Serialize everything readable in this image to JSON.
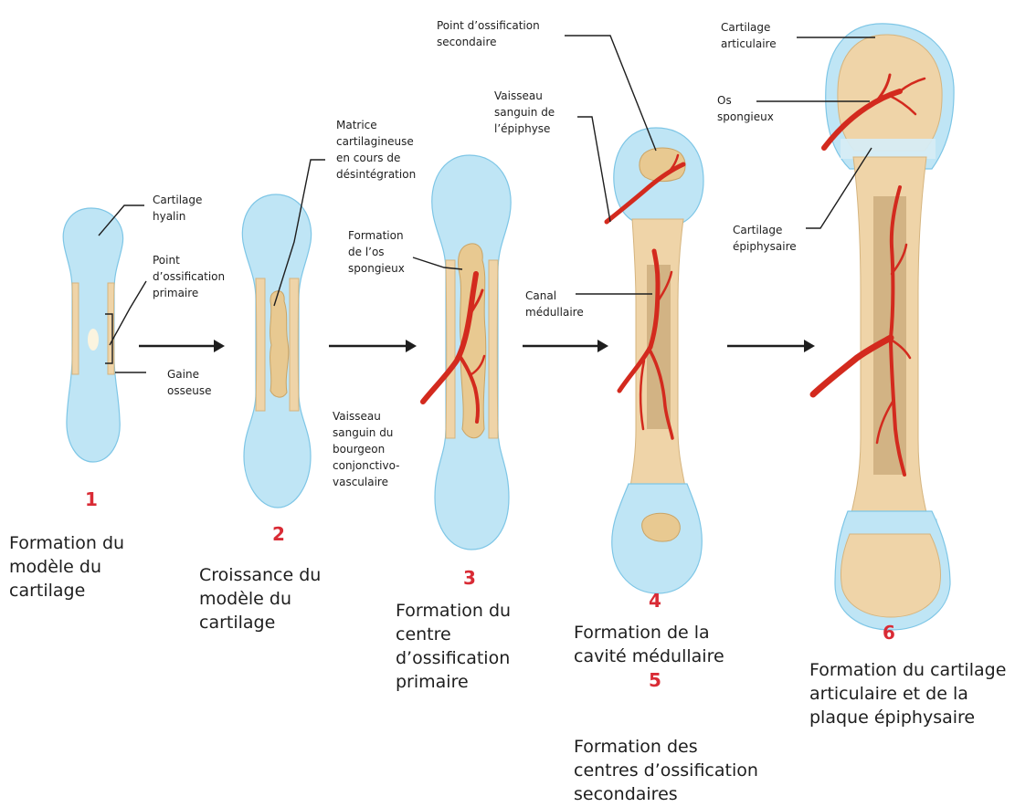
{
  "colors": {
    "cartilage": "#bfe5f5",
    "bone": "#efd4a8",
    "vessel": "#d32a1e",
    "step_number": "#d92b35",
    "text": "#1e1e1e"
  },
  "labels": {
    "cartilage_hyalin": [
      "Cartilage",
      "hyalin"
    ],
    "point_primaire": [
      "Point",
      "d’ossification",
      "primaire"
    ],
    "gaine_osseuse": [
      "Gaine",
      "osseuse"
    ],
    "matrice": [
      "Matrice",
      "cartilagineuse",
      "en cours de",
      "désintégration"
    ],
    "formation_os_spongieux": [
      "Formation",
      "de l’os",
      "spongieux"
    ],
    "vaisseau_bourgeon": [
      "Vaisseau",
      "sanguin du",
      "bourgeon",
      "conjonctivo-",
      "vasculaire"
    ],
    "point_secondaire": [
      "Point d’ossification",
      "secondaire"
    ],
    "vaisseau_epiphyse": [
      "Vaisseau",
      "sanguin de",
      "l’épiphyse"
    ],
    "canal_medullaire": [
      "Canal",
      "médullaire"
    ],
    "cartilage_articulaire": [
      "Cartilage",
      "articulaire"
    ],
    "os_spongieux": [
      "Os",
      "spongieux"
    ],
    "cartilage_epiphysaire": [
      "Cartilage",
      "épiphysaire"
    ]
  },
  "steps": [
    {
      "number": "1",
      "caption": [
        "Formation du",
        "modèle du",
        "cartilage"
      ]
    },
    {
      "number": "2",
      "caption": [
        "Croissance du",
        "modèle du",
        "cartilage"
      ]
    },
    {
      "number": "3",
      "caption": [
        "Formation du",
        "centre",
        "d’ossification",
        "primaire"
      ]
    },
    {
      "number": "4",
      "caption": [
        "Formation de la",
        "cavité médullaire"
      ]
    },
    {
      "number": "5",
      "caption": [
        "Formation des",
        "centres d’ossification",
        "secondaires"
      ]
    },
    {
      "number": "6",
      "caption": [
        "Formation du cartilage",
        "articulaire et de la",
        "plaque épiphysaire"
      ]
    }
  ]
}
